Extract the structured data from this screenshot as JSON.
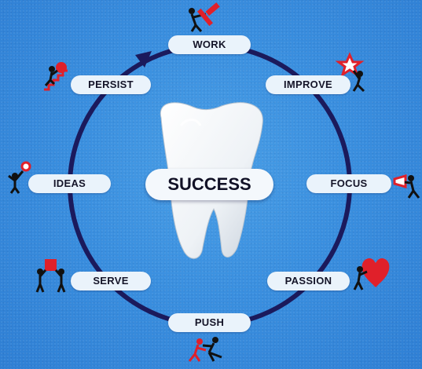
{
  "center": {
    "label": "SUCCESS"
  },
  "steps": [
    {
      "label": "WORK"
    },
    {
      "label": "IMPROVE"
    },
    {
      "label": "FOCUS"
    },
    {
      "label": "PASSION"
    },
    {
      "label": "PUSH"
    },
    {
      "label": "SERVE"
    },
    {
      "label": "IDEAS"
    },
    {
      "label": "PERSIST"
    }
  ],
  "colors": {
    "background": "#3a8fdf",
    "ring": "#1b1a5c",
    "pill": "#eaf3fb",
    "text": "#141428",
    "accent_red": "#e0202a"
  },
  "icons": [
    "tooth-icon",
    "hammer-figure-icon",
    "star-figure-icon",
    "megaphone-figure-icon",
    "heart-figure-icon",
    "pushing-figures-icon",
    "box-carry-figures-icon",
    "lightbulb-figure-icon",
    "stairs-ball-figure-icon"
  ]
}
